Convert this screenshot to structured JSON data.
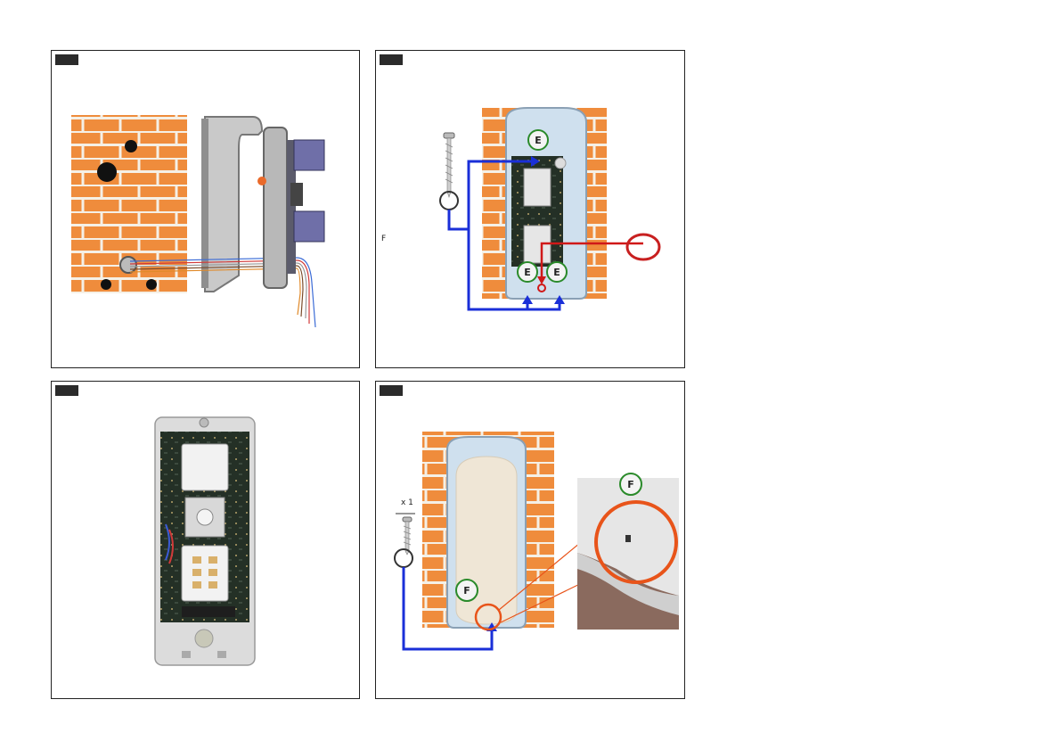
{
  "panels": {
    "p2": {
      "labels": {
        "e_top": "E",
        "e_left": "E",
        "e_right": "E",
        "edge_mark": "F"
      }
    },
    "p4": {
      "labels": {
        "f_main": "F",
        "f_zoom": "F",
        "quantity": "x 1"
      }
    }
  },
  "colors": {
    "screw_path": "#1a2fd8",
    "highlight_red": "#d01818",
    "highlight_orange": "#e8541a",
    "label_ring": "#2a8a2a"
  }
}
